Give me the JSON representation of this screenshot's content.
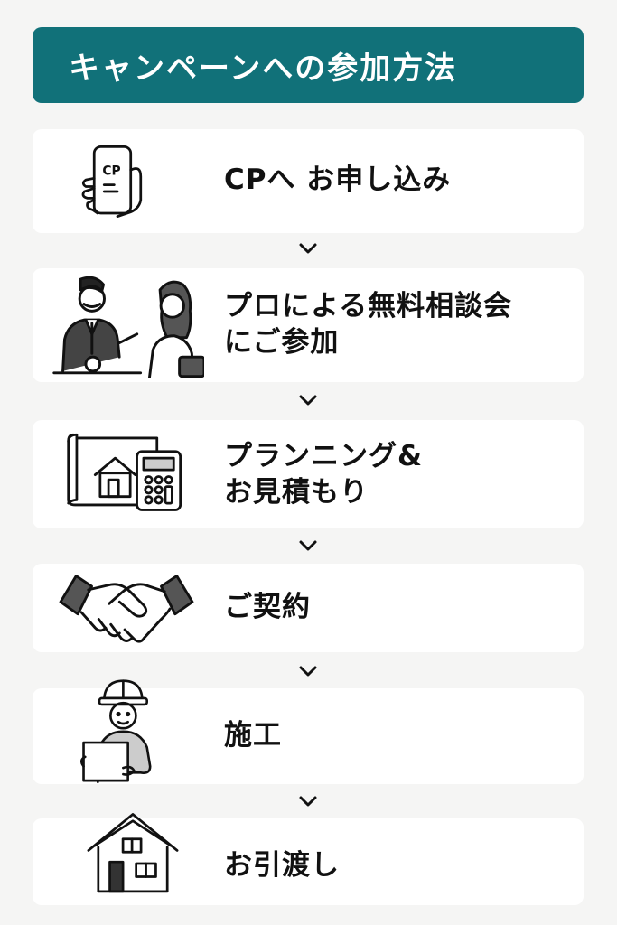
{
  "header": {
    "title": "キャンペーンへの参加方法",
    "bg_color": "#117179"
  },
  "steps": [
    {
      "label": "CPへ お申し込み",
      "icon": "smartphone-cp-icon",
      "icon_text": "CP"
    },
    {
      "label": "プロによる無料相談会\nにご参加",
      "icon": "consultation-meeting-icon"
    },
    {
      "label": "プランニング&\nお見積もり",
      "icon": "blueprint-calculator-icon"
    },
    {
      "label": "ご契約",
      "icon": "handshake-icon"
    },
    {
      "label": "施工",
      "icon": "construction-worker-icon"
    },
    {
      "label": "お引渡し",
      "icon": "house-icon"
    }
  ]
}
